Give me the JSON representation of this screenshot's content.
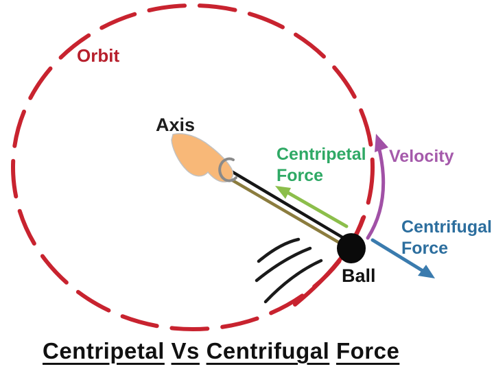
{
  "diagram": {
    "labels": {
      "orbit": "Orbit",
      "axis": "Axis",
      "centripetal_line1": "Centripetal",
      "centripetal_line2": "Force",
      "velocity": "Velocity",
      "centrifugal_line1": "Centrifugal",
      "centrifugal_line2": "Force",
      "ball": "Ball"
    },
    "title": {
      "text": "Centripetal Vs Centrifugal Force",
      "words": [
        "Centripetal",
        "Vs",
        "Centrifugal",
        "Force"
      ]
    },
    "colors": {
      "orbit": "#C8232F",
      "orbit_text": "#B71F2C",
      "centripetal_text": "#2FA965",
      "centripetal_arrow": "#8CBE4B",
      "velocity_text": "#A55AAB",
      "velocity_arrow": "#A151A6",
      "centrifugal_text": "#2C6E9E",
      "centrifugal_arrow": "#3A7BAE",
      "hand_skin": "#F8B878",
      "finger_curl": "#8A8A8A",
      "string_black": "#161616",
      "string_olive": "#8B7C3E",
      "ball_fill": "#0A0A0A",
      "motion_lines": "#1A1A1A",
      "title_text": "#111111"
    }
  }
}
